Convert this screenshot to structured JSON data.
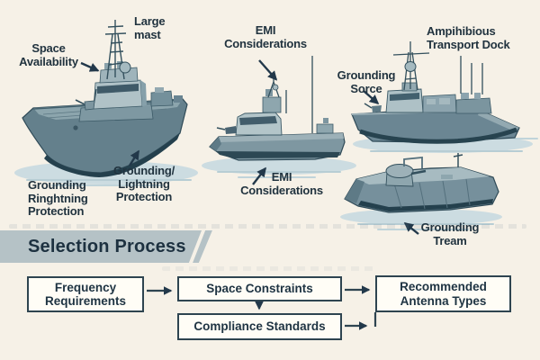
{
  "annotations": {
    "space_availability": {
      "lines": [
        "Space",
        "Availability"
      ]
    },
    "large_mast": {
      "lines": [
        "Large",
        "mast"
      ]
    },
    "emi_top": {
      "lines": [
        "EMI",
        "Considerations"
      ]
    },
    "amphibious_transport_dock": {
      "lines": [
        "Ampihibious",
        "Transport Dock"
      ]
    },
    "grounding_sorce": {
      "lines": [
        "Grounding",
        "Sorce"
      ]
    },
    "emi_bottom": {
      "lines": [
        "EMI",
        "Considerations"
      ]
    },
    "grounding_tream": {
      "lines": [
        "Grounding",
        "Tream"
      ]
    },
    "grounding_ringhtning": {
      "lines": [
        "Grounding",
        "Ringhtning",
        "Protection"
      ]
    },
    "grounding_lightning": {
      "lines": [
        "Grounding/",
        "Lightning",
        "Protection"
      ]
    }
  },
  "section_header": {
    "label": "Selection Process"
  },
  "flowchart": {
    "boxes": [
      {
        "id": "frequency-requirements",
        "lines": [
          "Frequency",
          "Requirements"
        ]
      },
      {
        "id": "space-constraints",
        "lines": [
          "Space Constraints"
        ]
      },
      {
        "id": "compliance-standards",
        "lines": [
          "Compliance Standards"
        ]
      },
      {
        "id": "recommended-antenna-types",
        "lines": [
          "Recommended",
          "Antenna Types"
        ]
      }
    ]
  },
  "illustrations": {
    "ships": [
      "destroyer",
      "patrol-boat",
      "amphibious-transport-dock-ship",
      "armored-gun-boat"
    ]
  },
  "colors": {
    "background": "#f6f1e7",
    "banner": "#b5c2c6",
    "ink": "#21333f",
    "box_border": "#2e4450",
    "box_fill": "#fffdf6",
    "hull_mid": "#64808c",
    "hull_dark": "#24404d",
    "superstructure_light": "#aec1c6",
    "water_shadow": "#ccdce1"
  }
}
